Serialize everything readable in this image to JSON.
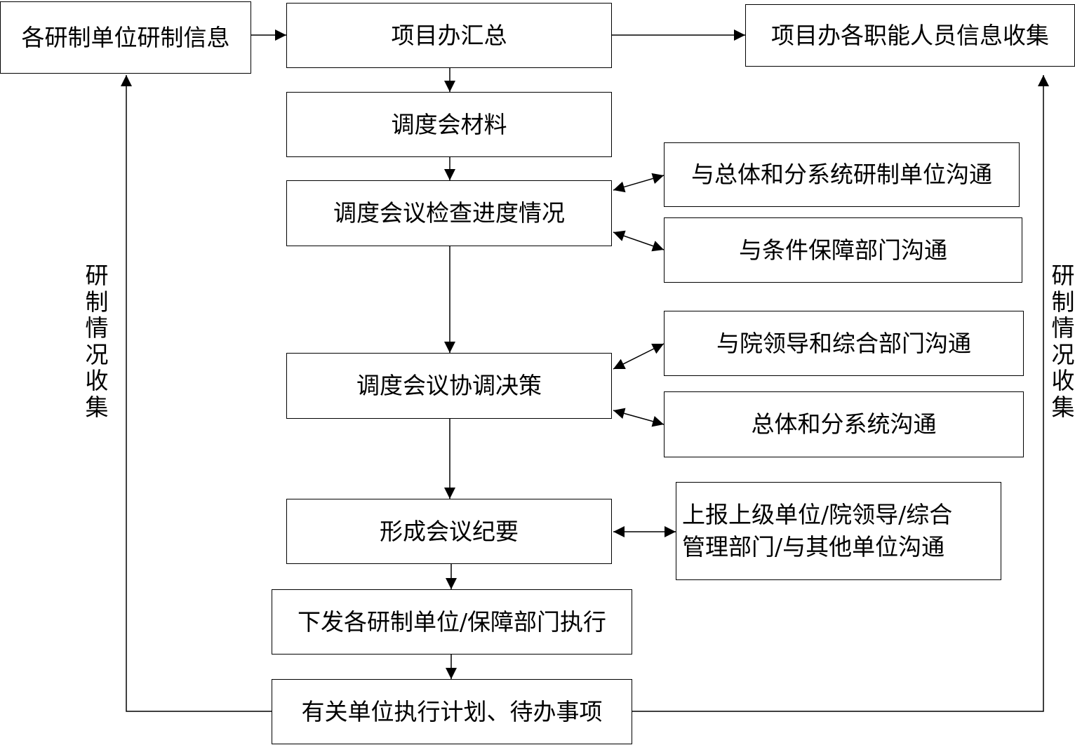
{
  "nodes": {
    "research_info": "各研制单位研制信息",
    "office_summary": "项目办汇总",
    "staff_collection": "项目办各职能人员信息收集",
    "meeting_materials": "调度会材料",
    "progress_check": "调度会议检查进度情况",
    "comm_overall_subsystem_units": "与总体和分系统研制单位沟通",
    "comm_support_dept": "与条件保障部门沟通",
    "comm_leadership": "与院领导和综合部门沟通",
    "coordination_decision": "调度会议协调决策",
    "comm_overall_subsystem": "总体和分系统沟通",
    "meeting_minutes": "形成会议纪要",
    "report_superiors": "上报上级单位/院领导/综合\n管理部门/与其他单位沟通",
    "issue_execution": "下发各研制单位/保障部门执行",
    "execution_plan": "有关单位执行计划、待办事项"
  },
  "side_labels": {
    "left": "研制情况收集",
    "right": "研制情况收集"
  }
}
